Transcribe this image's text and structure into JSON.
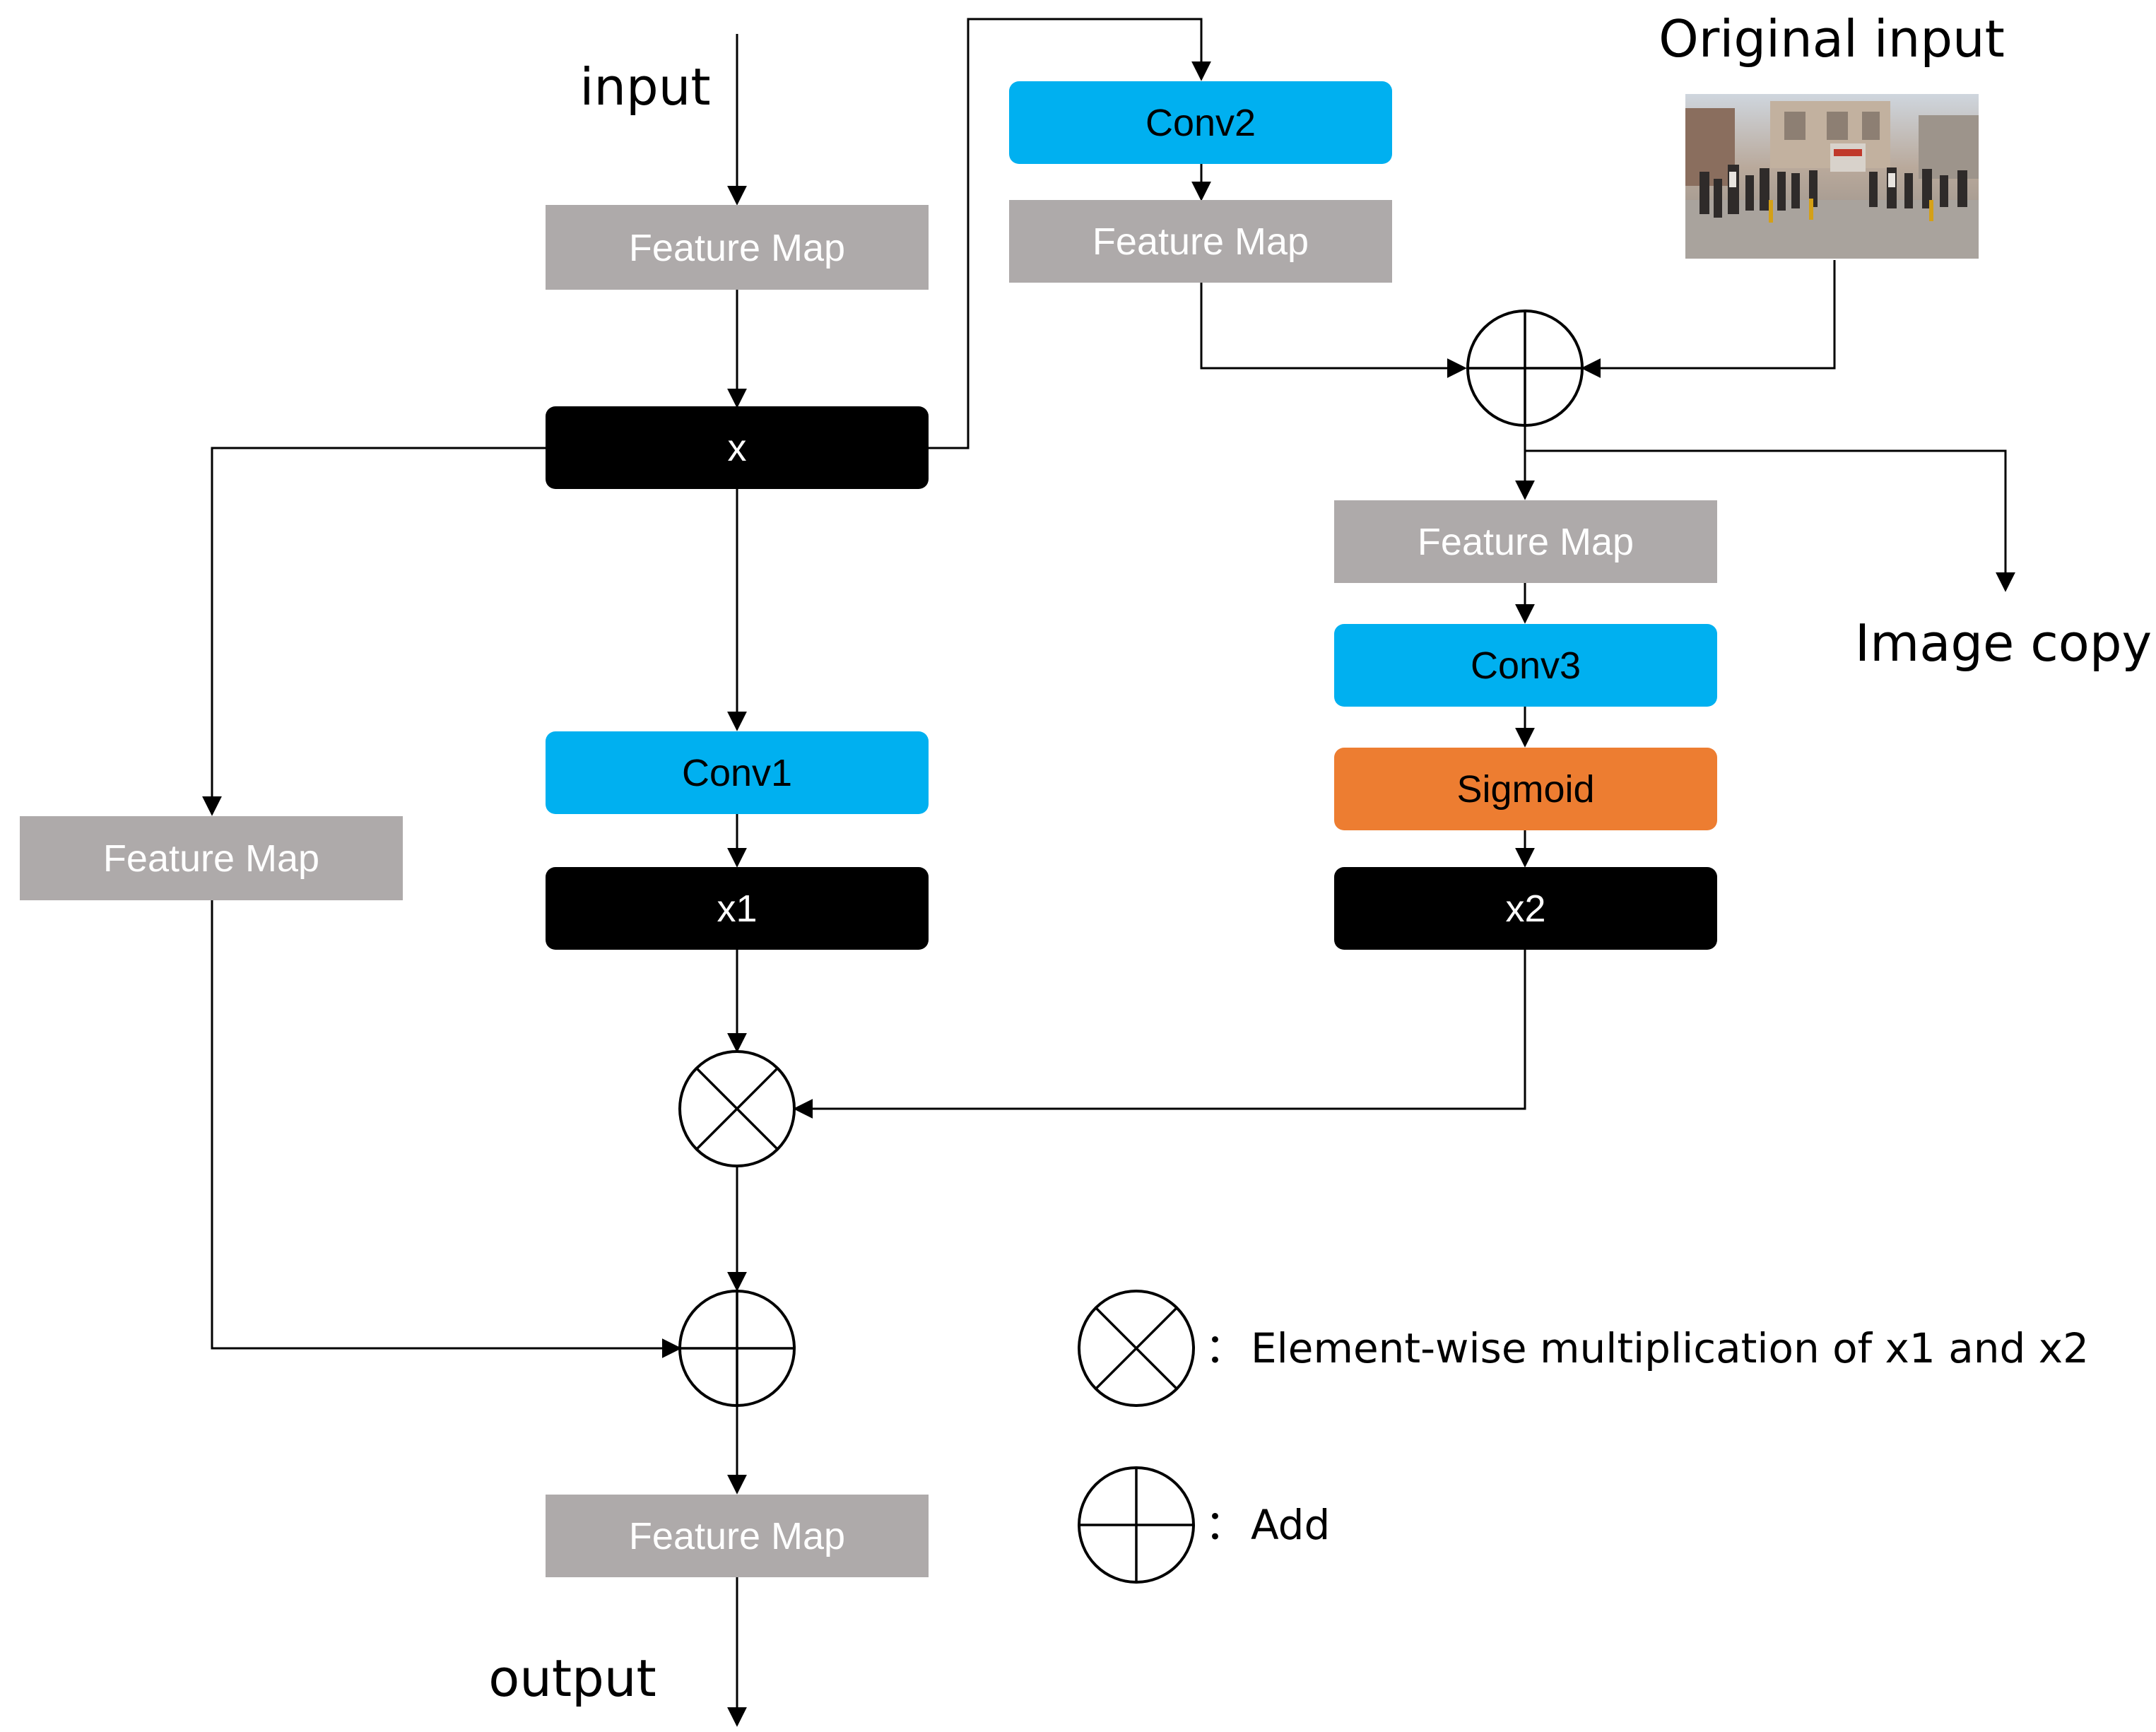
{
  "colors": {
    "feature_map": "#aeaaaa",
    "conv": "#00b0f0",
    "sigmoid": "#ed7d31",
    "tensor": "#000000",
    "text_on_dark": "#ffffff",
    "text_on_light": "#000000"
  },
  "labels": {
    "input": "input",
    "output": "output",
    "original_input": "Original input",
    "image_copy": "Image copy"
  },
  "nodes": {
    "fm_top": "Feature Map",
    "x": "x",
    "fm_left": "Feature Map",
    "conv1": "Conv1",
    "x1": "x1",
    "conv2": "Conv2",
    "fm_conv2": "Feature Map",
    "fm_right": "Feature Map",
    "conv3": "Conv3",
    "sigmoid": "Sigmoid",
    "x2": "x2",
    "fm_output": "Feature Map"
  },
  "legend": {
    "multiply": "Element-wise multiplication of x1 and x2",
    "add": "Add",
    "separator": "："
  },
  "photo": {
    "icon": "street-crowd-photo"
  }
}
